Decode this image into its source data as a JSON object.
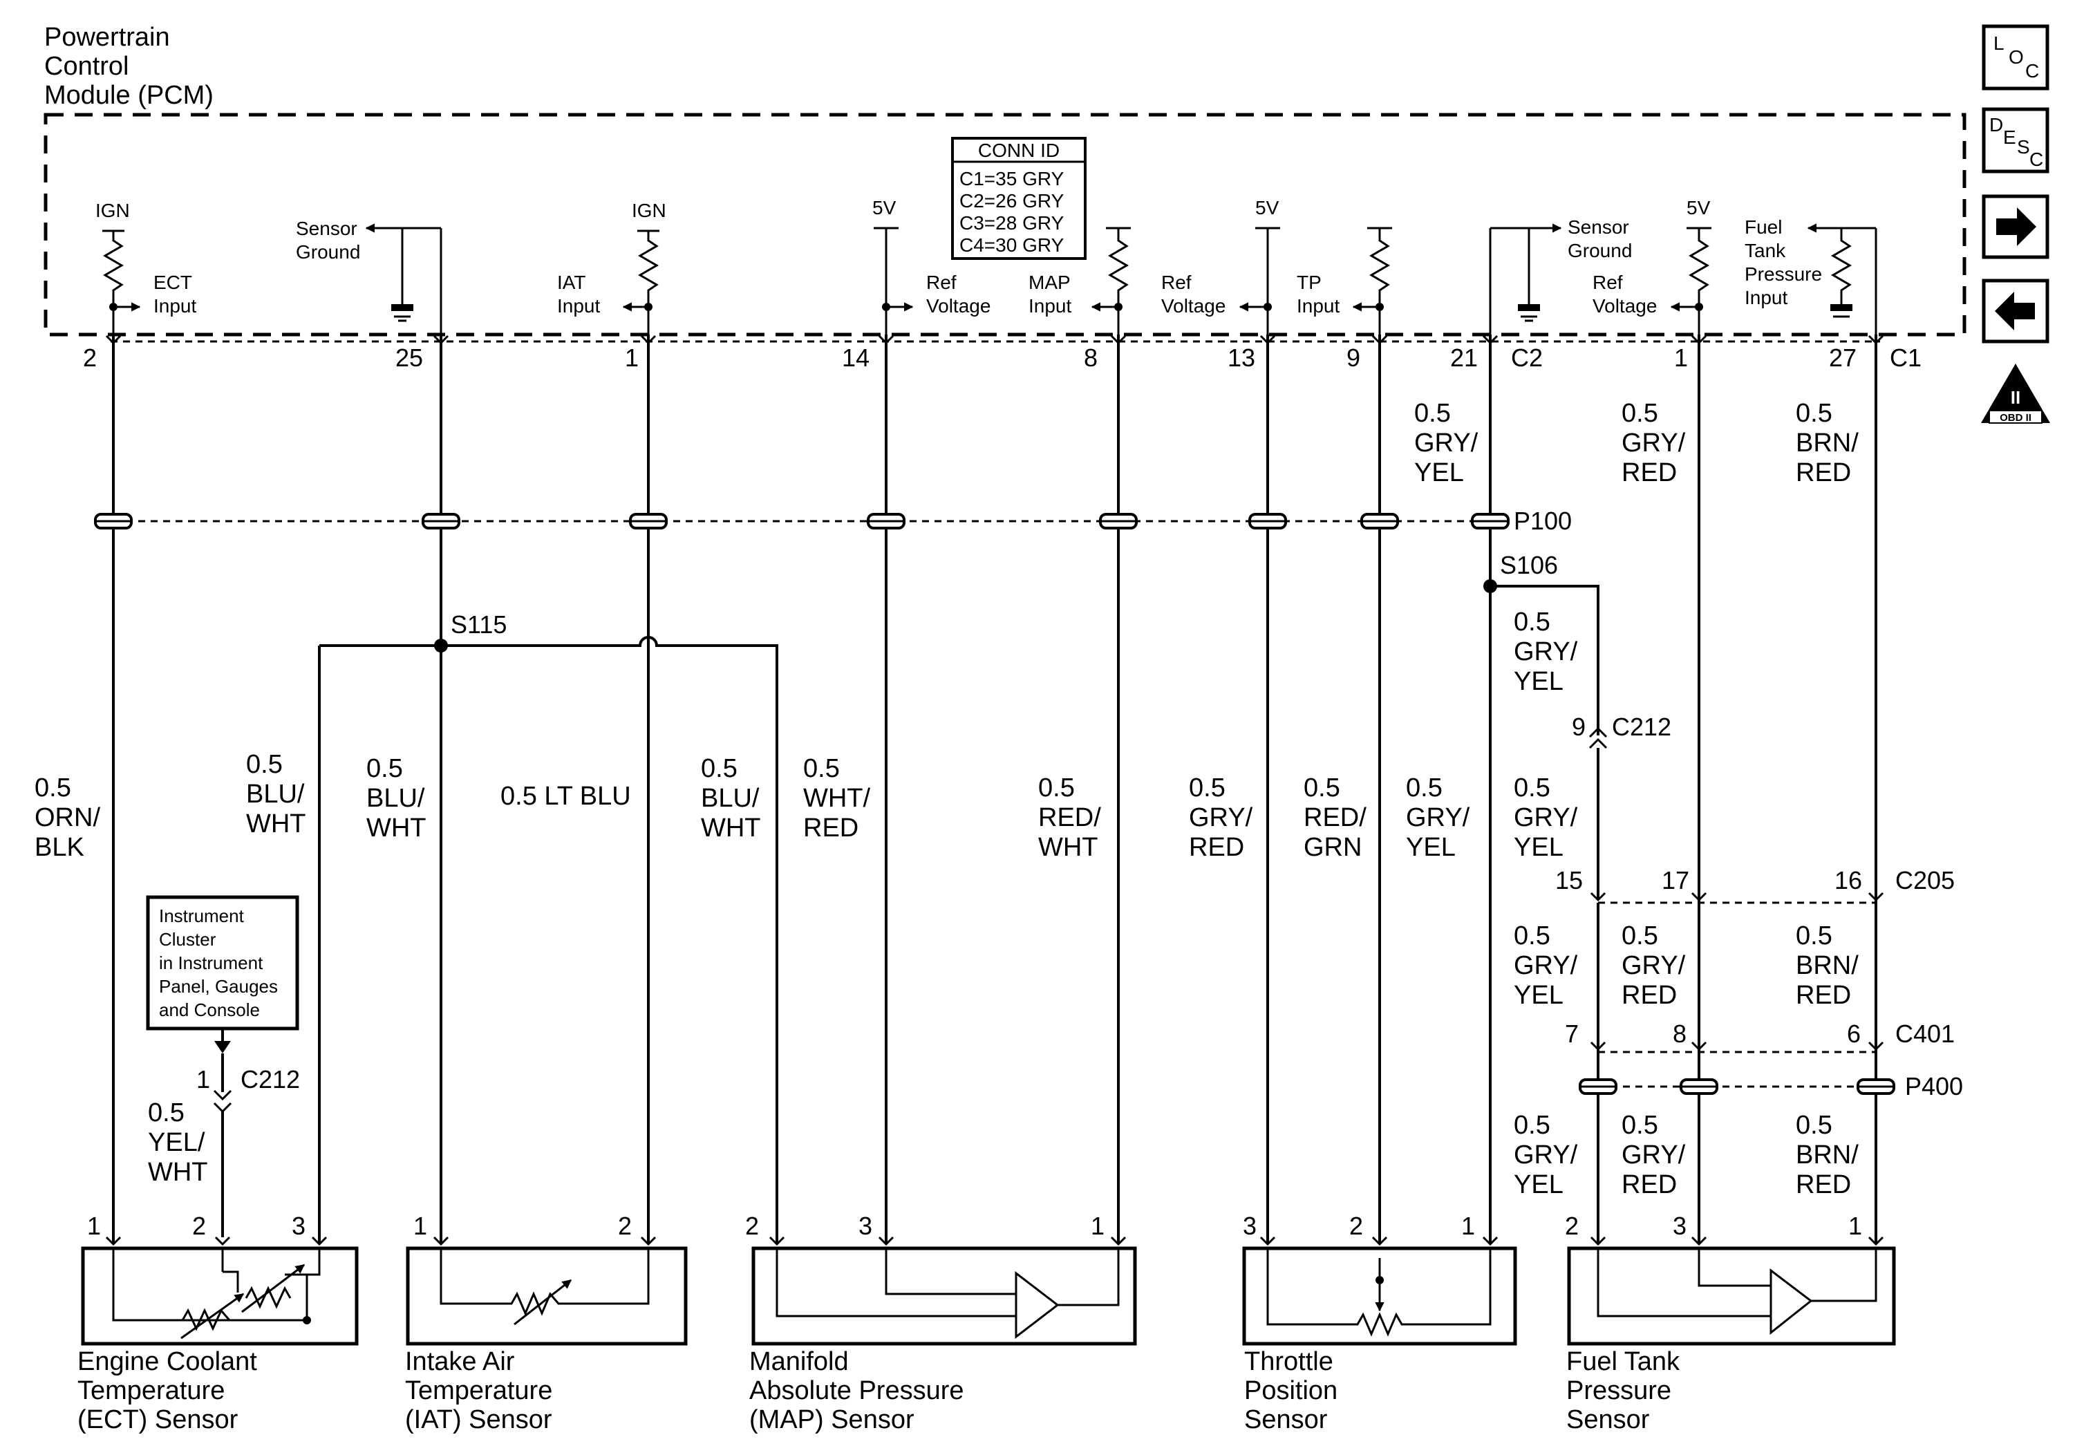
{
  "pcm_title": [
    "Powertrain",
    "Control",
    "Module (PCM)"
  ],
  "conn_id": {
    "title": "CONN ID",
    "rows": [
      "C1=35 GRY",
      "C2=26 GRY",
      "C3=28 GRY",
      "C4=30 GRY"
    ]
  },
  "side_nav": {
    "loc": {
      "l1": "L",
      "l2": "O",
      "l3": "C"
    },
    "desc": {
      "l1": "D",
      "l2": "E",
      "l3": "S",
      "l4": "C"
    },
    "next_icon": "arrow-right-icon",
    "prev_icon": "arrow-left-icon",
    "obd": {
      "mark": "II",
      "label": "OBD II"
    }
  },
  "pcm_labels": {
    "ign": "IGN",
    "v5": "5V",
    "ect_input": [
      "ECT",
      "Input"
    ],
    "sensor_ground": [
      "Sensor",
      "Ground"
    ],
    "iat_input": [
      "IAT",
      "Input"
    ],
    "ref_voltage": [
      "Ref",
      "Voltage"
    ],
    "map_input": [
      "MAP",
      "Input"
    ],
    "tp_input": [
      "TP",
      "Input"
    ],
    "fuel_tank_input": [
      "Fuel",
      "Tank",
      "Pressure",
      "Input"
    ]
  },
  "pins": {
    "p2": "2",
    "p25": "25",
    "p1a": "1",
    "p14": "14",
    "p8": "8",
    "p13": "13",
    "p9": "9",
    "p21": "21",
    "c2": "C2",
    "p1b": "1",
    "p27": "27",
    "c1": "C1"
  },
  "connectors": {
    "p100": "P100",
    "s106": "S106",
    "s115": "S115",
    "c212": "C212",
    "c205": "C205",
    "c401": "C401",
    "p400": "P400",
    "c212_pin9": "9",
    "c205_15": "15",
    "c205_17": "17",
    "c205_16": "16",
    "c401_7": "7",
    "c401_8": "8",
    "c401_6": "6",
    "ic_c212_pin": "1"
  },
  "wires": {
    "pcm_21": [
      "0.5",
      "GRY/",
      "YEL"
    ],
    "pcm_1": [
      "0.5",
      "GRY/",
      "RED"
    ],
    "pcm_27": [
      "0.5",
      "BRN/",
      "RED"
    ],
    "s106_c212": [
      "0.5",
      "GRY/",
      "YEL"
    ],
    "ect_1": [
      "0.5",
      "ORN/",
      "BLK"
    ],
    "ect_3": [
      "0.5",
      "BLU/",
      "WHT"
    ],
    "iat_1": [
      "0.5",
      "BLU/",
      "WHT"
    ],
    "iat_2": "0.5 LT BLU",
    "map_2": [
      "0.5",
      "BLU/",
      "WHT"
    ],
    "map_3": [
      "0.5",
      "WHT/",
      "RED"
    ],
    "map_1": [
      "0.5",
      "RED/",
      "WHT"
    ],
    "tp_3": [
      "0.5",
      "GRY/",
      "RED"
    ],
    "tp_2": [
      "0.5",
      "RED/",
      "GRN"
    ],
    "tp_1": [
      "0.5",
      "GRY/",
      "YEL"
    ],
    "c212_c205": [
      "0.5",
      "GRY/",
      "YEL"
    ],
    "c205_c401_a": [
      "0.5",
      "GRY/",
      "YEL"
    ],
    "c205_c401_b": [
      "0.5",
      "GRY/",
      "RED"
    ],
    "c205_c401_c": [
      "0.5",
      "BRN/",
      "RED"
    ],
    "p400_a": [
      "0.5",
      "GRY/",
      "YEL"
    ],
    "p400_b": [
      "0.5",
      "GRY/",
      "RED"
    ],
    "p400_c": [
      "0.5",
      "BRN/",
      "RED"
    ],
    "ect_2": [
      "0.5",
      "YEL/",
      "WHT"
    ]
  },
  "instrument_cluster": [
    "Instrument",
    "Cluster",
    "in Instrument",
    "Panel, Gauges",
    "and Console"
  ],
  "sensor_pins": {
    "ect": [
      "1",
      "2",
      "3"
    ],
    "iat": [
      "1",
      "2"
    ],
    "map": [
      "2",
      "3",
      "1"
    ],
    "tp": [
      "3",
      "2",
      "1"
    ],
    "ftp": [
      "2",
      "3",
      "1"
    ]
  },
  "sensors": {
    "ect": [
      "Engine Coolant",
      "Temperature",
      "(ECT) Sensor"
    ],
    "iat": [
      "Intake Air",
      "Temperature",
      "(IAT) Sensor"
    ],
    "map": [
      "Manifold",
      "Absolute Pressure",
      "(MAP) Sensor"
    ],
    "tp": [
      "Throttle",
      "Position",
      "Sensor"
    ],
    "ftp": [
      "Fuel Tank",
      "Pressure",
      "Sensor"
    ]
  }
}
